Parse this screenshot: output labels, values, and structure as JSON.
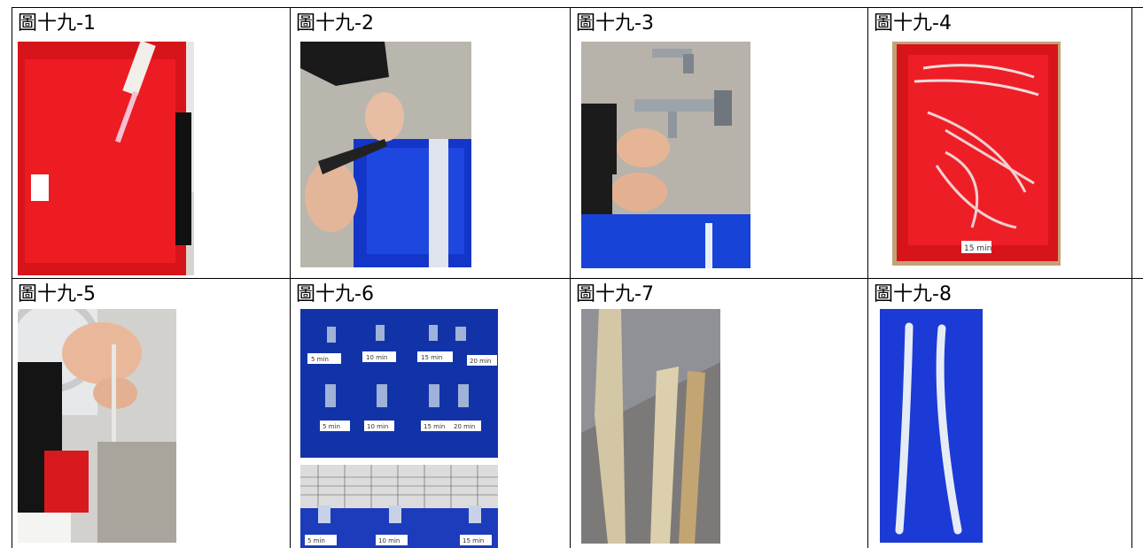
{
  "figures": [
    {
      "label": "圖十九-1",
      "photo": "red-basin-syringe-photo"
    },
    {
      "label": "圖十九-2",
      "photo": "scissors-cutting-tube-photo"
    },
    {
      "label": "圖十九-3",
      "photo": "faucet-washing-photo"
    },
    {
      "label": "圖十九-4",
      "photo": "red-tray-tubes-photo"
    },
    {
      "label": "圖十九-5",
      "photo": "syringe-filling-tube-photo"
    },
    {
      "label": "圖十九-6",
      "photo": "labeled-tube-samples-photo"
    },
    {
      "label": "圖十九-7",
      "photo": "translucent-strips-photo"
    },
    {
      "label": "圖十九-8",
      "photo": "two-tubes-blue-photo"
    }
  ],
  "tray_labels": {
    "fig4": "15 min",
    "fig6_row1": [
      "5 min",
      "10 min",
      "15 min",
      "20 min"
    ],
    "fig6_row2": [
      "5 min",
      "10 min",
      "15 min",
      "20 min"
    ],
    "fig6_row3": [
      "5 min",
      "10 min",
      "15 min"
    ]
  },
  "colors": {
    "border": "#000000",
    "red_basin": "#e0141a",
    "blue_basin": "#1436c8",
    "concrete": "#b9b6ae"
  }
}
